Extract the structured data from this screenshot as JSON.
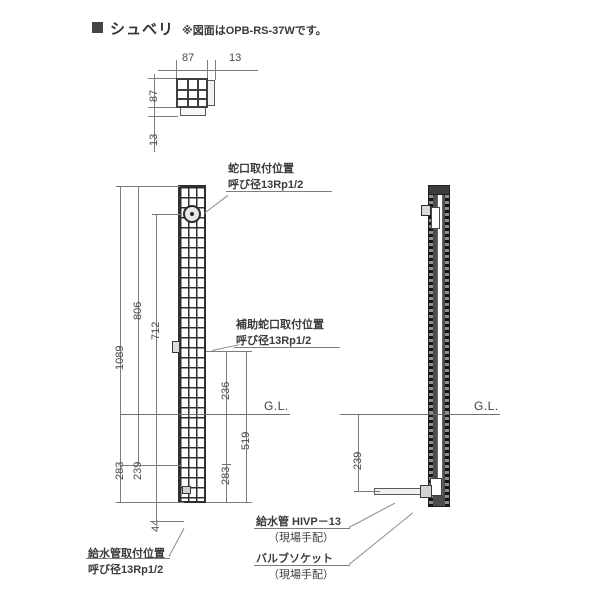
{
  "header": {
    "square_icon": "filled-square-marker",
    "title": "シュベリ",
    "note": "※図面はOPB-RS-37Wです。"
  },
  "plan_detail": {
    "name": "top-plan-detail",
    "dim_horizontal_1": "87",
    "dim_horizontal_2": "13",
    "dim_vertical_1": "87",
    "dim_vertical_2": "13"
  },
  "elevation": {
    "name": "front-elevation",
    "dimensions": {
      "overall_height": "1089",
      "faucet_height": "806",
      "aux_faucet_height": "712",
      "below_gl_total": "283",
      "below_gl_inner": "239",
      "bottom_offset": "44",
      "right_upper": "236",
      "right_mid": "519",
      "right_lower": "283"
    },
    "ground_line_label": "G.L."
  },
  "side_view": {
    "name": "side-section-view",
    "ground_line_label": "G.L.",
    "dimension_239": "239"
  },
  "annotations": {
    "faucet": {
      "line1": "蛇口取付位置",
      "line2": "呼び径13Rp1/2"
    },
    "aux_faucet": {
      "line1": "補助蛇口取付位置",
      "line2": "呼び径13Rp1/2"
    },
    "supply_pipe_position": {
      "line1": "給水管取付位置",
      "line2": "呼び径13Rp1/2"
    },
    "supply_pipe": {
      "line1": "給水管 HIVP－13",
      "line2": "（現場手配）"
    },
    "valve_socket": {
      "line1": "バルブソケット",
      "line2": "（現場手配）"
    }
  },
  "colors": {
    "line": "#7d7d7d",
    "dark_line": "#2f2f2f",
    "text": "#3a3a3a",
    "background": "#ffffff"
  }
}
